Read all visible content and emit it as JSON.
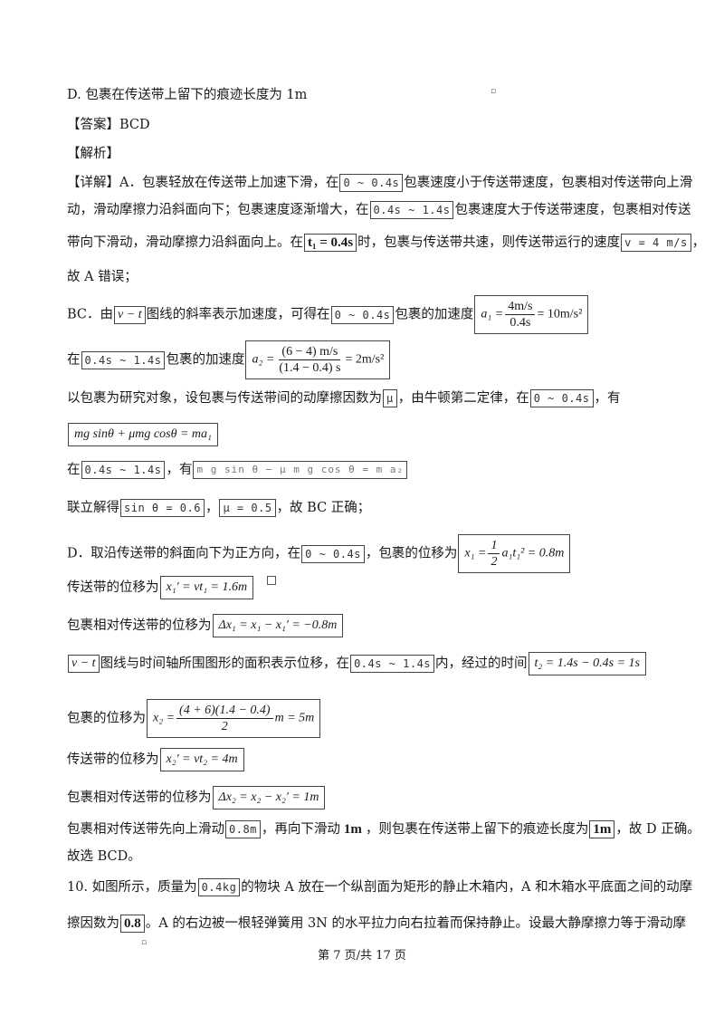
{
  "lines": {
    "optD": "D. 包裹在传送带上留下的痕迹长度为  1m",
    "answer": "【答案】BCD",
    "analysis": "【解析】",
    "p1a": "【详解】A．包裹轻放在传送带上加速下滑，在",
    "p1b": "包裹速度小于传送带速度，包裹相对传送带向上滑",
    "p2a": "动，滑动摩擦力沿斜面向下；包裹速度逐渐增大，在",
    "p2b": "包裹速度大于传送带速度，包裹相对传送",
    "p3a": "带向下滑动，滑动摩擦力沿斜面向上。在",
    "p3b": "时，包裹与传送带共速，则传送带运行的速度",
    "p3c": "，",
    "p4": "故  A 错误；",
    "p5a": "BC．由",
    "p5b": "图线的斜率表示加速度，可得在",
    "p5c": "包裹的加速度",
    "p6a": "在",
    "p6b": "包裹的加速度",
    "p7a": "以包裹为研究对象，设包裹与传送带间的动摩擦因数为",
    "p7b": "，由牛顿第二定律，在",
    "p7c": "，有",
    "p9a": "在",
    "p9b": "，有",
    "p10a": "联立解得",
    "p10b": "，",
    "p10c": "，故  BC 正确；",
    "p11a": "D．取沿传送带的斜面向下为正方向，在",
    "p11b": "，包裹的位移为",
    "p12": "传送带的位移为",
    "p13": "包裹相对传送带的位移为",
    "p14a": "图线与时间轴所围图形的面积表示位移，在",
    "p14b": "内，经过的时间",
    "p15": "包裹的位移为",
    "p16": "传送带的位移为",
    "p17": "包裹相对传送带的位移为",
    "p18a": "包裹相对传送带先向上滑动",
    "p18b": "，再向下滑动",
    "p18c": "，则包裹在传送带上留下的痕迹长度为",
    "p18d": "，故  D 正确。",
    "p19": "故选  BCD。",
    "p20a": "10. 如图所示，质量为",
    "p20b": "的物块  A 放在一个纵剖面为矩形的静止木箱内，A 和木箱水平底面之间的动摩",
    "p21a": "擦因数为",
    "p21b": "。A 的右边被一根轻弹簧用  3N 的水平拉力向右拉着而保持静止。设最大静摩擦力等于滑动摩"
  },
  "formulas": {
    "t04": "0 ~ 0.4s",
    "t0414": "0.4s ~ 1.4s",
    "t1": "t₁ = 0.4s",
    "v": "v = 4 m/s",
    "vt": "v − t",
    "a1_lhs": "a₁ =",
    "a1_num": "4m/s",
    "a1_den": "0.4s",
    "a1_rhs": "= 10m/s²",
    "a2_lhs": "a₂ =",
    "a2_num": "(6 − 4) m/s",
    "a2_den": "(1.4 − 0.4) s",
    "a2_rhs": "= 2m/s²",
    "mu": "μ",
    "eq1": "mg sinθ + μmg cosθ = ma₁",
    "eq2": "m g sin θ − μ m g cos θ = m a₂",
    "sin": "sin θ = 0.6",
    "muval": "μ = 0.5",
    "x1_lhs": "x₁ =",
    "x1_num": "1",
    "x1_den": "2",
    "x1_rhs": "a₁t₁² = 0.8m",
    "x1p": "x₁′ = vt₁ = 1.6m",
    "dx1": "Δx₁ = x₁ − x₁′ = −0.8m",
    "t2": "t₂ = 1.4s − 0.4s = 1s",
    "x2_lhs": "x₂ =",
    "x2_num": "(4 + 6)(1.4 − 0.4)",
    "x2_den": "2",
    "x2_rhs": "m = 5m",
    "x2p": "x₂′ = vt₂ = 4m",
    "dx2": "Δx₂ = x₂ − x₂′ = 1m",
    "up": "0.8m",
    "down": "1m",
    "len": "1m",
    "mass": "0.4kg",
    "coef": "0.8"
  },
  "footer": "第 7 页/共 17 页"
}
